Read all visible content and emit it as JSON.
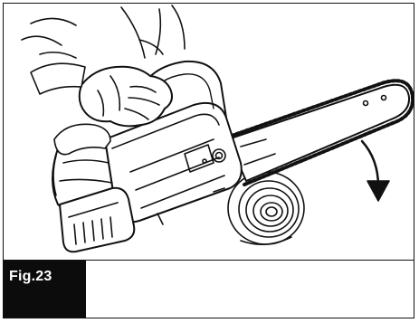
{
  "figure": {
    "label": "Fig.23"
  },
  "illustration": {
    "subject": "chainsaw-cutting-log",
    "arrow_direction": "down",
    "line_color": "#111111",
    "fill_color": "#ffffff"
  }
}
